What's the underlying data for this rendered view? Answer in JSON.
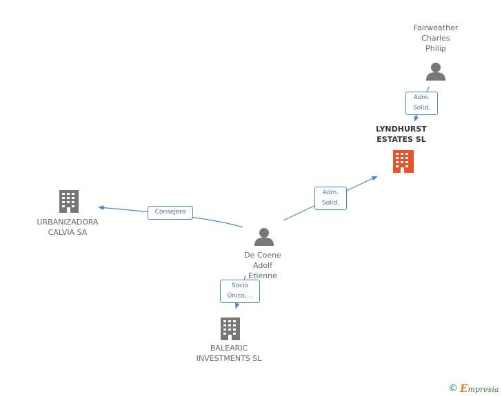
{
  "nodes": {
    "fairweather": {
      "label": "Fairweather\nCharles\nPhilip",
      "icon": "person-icon"
    },
    "lyndhurst": {
      "label": "LYNDHURST\nESTATES SL",
      "icon": "building-icon",
      "color": "#e8542a"
    },
    "urbanizadora": {
      "label": "URBANIZADORA\nCALVIA SA",
      "icon": "building-icon"
    },
    "decoene": {
      "label": "De Coene\nAdolf\nEtienne",
      "icon": "person-icon"
    },
    "balearic": {
      "label": "BALEARIC\nINVESTMENTS SL",
      "icon": "building-icon"
    }
  },
  "edges": {
    "fairweather_lyndhurst": {
      "label": "Adm.\nSolid."
    },
    "decoene_lyndhurst": {
      "label": "Adm.\nSolid."
    },
    "decoene_urbanizadora": {
      "label": "Consejero"
    },
    "decoene_balearic": {
      "label": "Socio\nÚnico,..."
    }
  },
  "footer": {
    "copyright": "©",
    "brand_initial": "E",
    "brand_rest": "mpresia"
  },
  "colors": {
    "edge": "#4a86c8",
    "icon_gray": "#777777",
    "highlight": "#e8542a"
  }
}
